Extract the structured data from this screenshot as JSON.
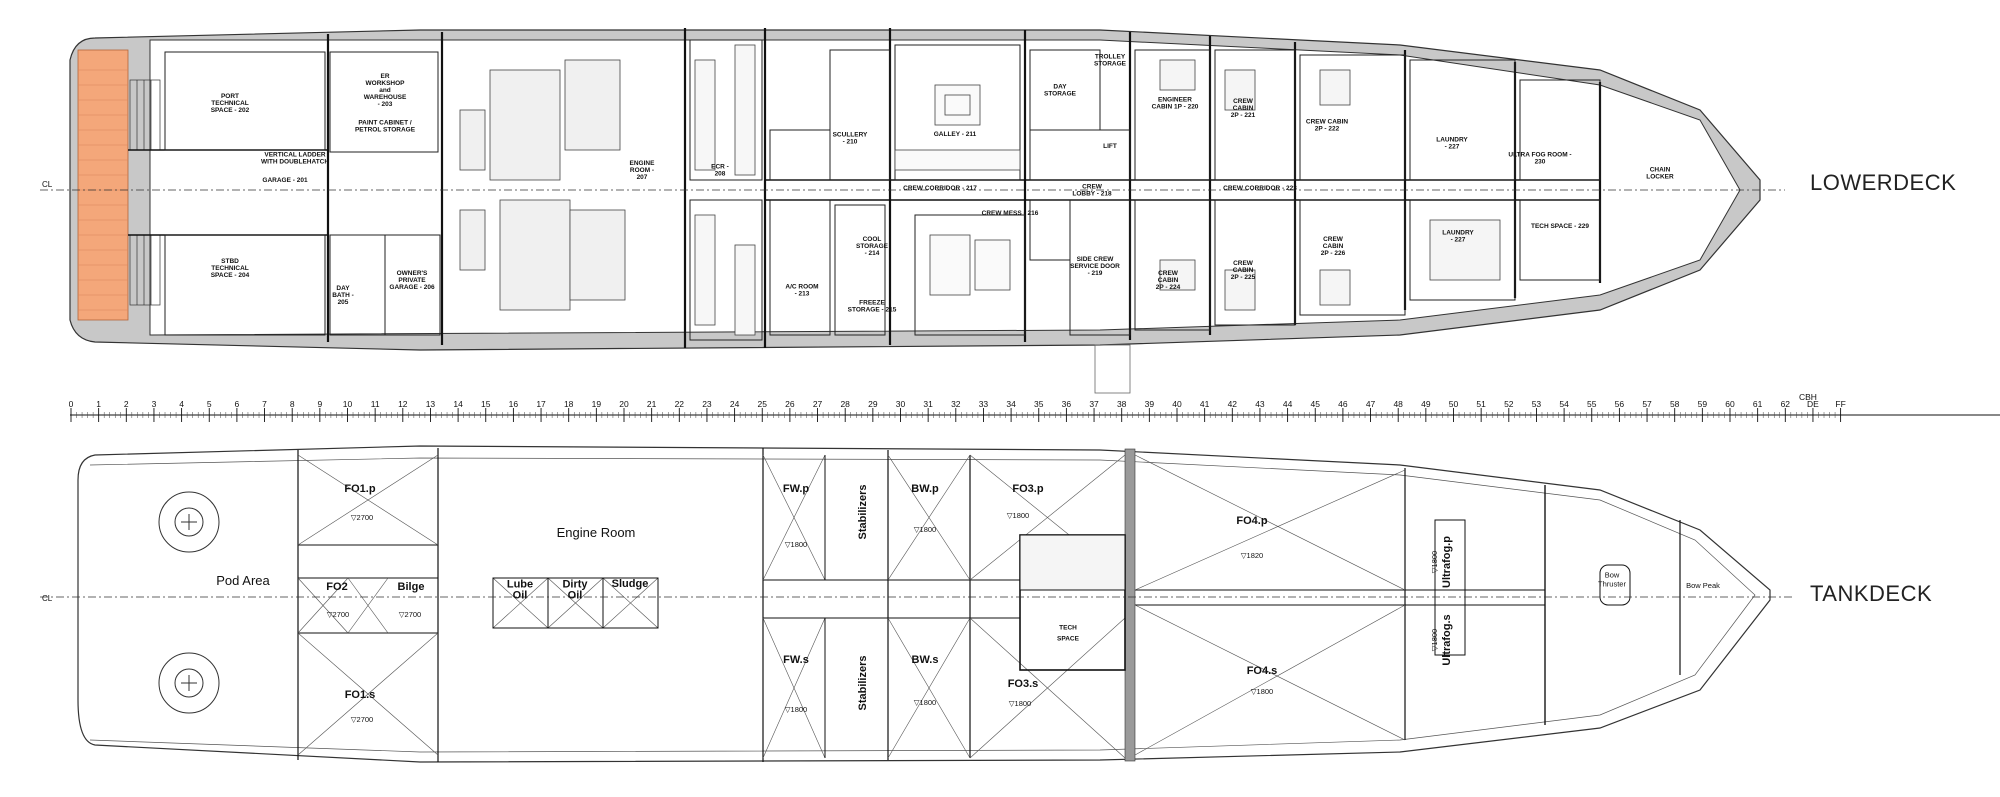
{
  "lowerdeck": {
    "title": "LOWERDECK",
    "cl": "CL",
    "rooms": {
      "port_tech": "PORT\nTECHNICAL\nSPACE - 202",
      "stbd_tech": "STBD\nTECHNICAL\nSPACE - 204",
      "garage": "GARAGE - 201",
      "er_workshop": "ER\nWORKSHOP\nand\nWAREHOUSE\n- 203",
      "paint_cabinet": "PAINT CABINET /\nPETROL STORAGE",
      "vertical_ladder": "VERTICAL LADDER\nWITH DOUBLEHATCH",
      "day_bath": "DAY\nBATH -\n205",
      "owners_garage": "OWNER'S\nPRIVATE\nGARAGE - 206",
      "engine_room": "ENGINE\nROOM -\n207",
      "ecr": "ECR -\n208",
      "scullery": "SCULLERY\n- 210",
      "galley": "GALLEY - 211",
      "ac_room": "A/C ROOM\n- 213",
      "cool_storage": "COOL\nSTORAGE\n- 214",
      "freeze_storage": "FREEZE\nSTORAGE - 215",
      "crew_mess": "CREW MESS - 216",
      "crew_corridor_aft": "CREW CORRIDOR - 217",
      "crew_lobby": "CREW\nLOBBY - 218",
      "side_crew_door": "SIDE CREW\nSERVICE DOOR\n- 219",
      "engineer_cabin": "ENGINEER\nCABIN 1P - 220",
      "crew_cabin_221": "CREW\nCABIN\n2P - 221",
      "crew_cabin_222": "CREW CABIN\n2P - 222",
      "crew_corridor_fwd": "CREW CORRIDOR - 223",
      "crew_cabin_224": "CREW\nCABIN\n2P - 224",
      "crew_cabin_225": "CREW\nCABIN\n2P - 225",
      "crew_cabin_226": "CREW\nCABIN\n2P - 226",
      "laundry_227": "LAUNDRY\n- 227",
      "laundry_228": "LAUNDRY\n- 227",
      "tech_space": "TECH SPACE - 229",
      "ultra_fog": "ULTRA FOG ROOM -\n230",
      "chain_locker": "CHAIN\nLOCKER",
      "day_storage": "DAY\nSTORAGE",
      "trolley_storage": "TROLLEY\nSTORAGE",
      "lift": "LIFT"
    }
  },
  "frames": {
    "labels": [
      "0",
      "1",
      "2",
      "3",
      "4",
      "5",
      "6",
      "7",
      "8",
      "9",
      "10",
      "11",
      "12",
      "13",
      "14",
      "15",
      "16",
      "17",
      "18",
      "19",
      "20",
      "21",
      "22",
      "23",
      "24",
      "25",
      "26",
      "27",
      "28",
      "29",
      "30",
      "31",
      "32",
      "33",
      "34",
      "35",
      "36",
      "37",
      "38",
      "39",
      "40",
      "41",
      "42",
      "43",
      "44",
      "45",
      "46",
      "47",
      "48",
      "49",
      "50",
      "51",
      "52",
      "53",
      "54",
      "55",
      "56",
      "57",
      "58",
      "59",
      "60",
      "61",
      "62",
      "DE",
      "FF"
    ],
    "cbh": "CBH"
  },
  "tankdeck": {
    "title": "TANKDECK",
    "cl": "CL",
    "pod_area": "Pod Area",
    "engine_room": "Engine Room",
    "fo1p": "FO1.p",
    "fo1p_val": "▽2700",
    "fo1s": "FO1.s",
    "fo1s_val": "▽2700",
    "fo2": "FO2",
    "fo2_val": "▽2700",
    "bilge": "Bilge",
    "bilge_val": "▽2700",
    "lube_oil": "Lube\nOil",
    "dirty_oil": "Dirty\nOil",
    "sludge": "Sludge",
    "fwp": "FW.p",
    "fwp_val": "▽1800",
    "fws": "FW.s",
    "fws_val": "▽1800",
    "stab_p": "Stabilizers",
    "stab_s": "Stabilizers",
    "bwp": "BW.p",
    "bwp_val": "▽1800",
    "bws": "BW.s",
    "bws_val": "▽1800",
    "fo3p": "FO3.p",
    "fo3p_val": "▽1800",
    "fo3s": "FO3.s",
    "fo3s_val": "▽1800",
    "tech_space": "TECH\nSPACE",
    "fo4p": "FO4.p",
    "fo4p_val": "▽1820",
    "fo4s": "FO4.s",
    "fo4s_val": "▽1800",
    "ultrafog_p": "Ultrafog.p",
    "ultrafog_p_val": "▽1800",
    "ultrafog_s": "Ultrafog.s",
    "ultrafog_s_val": "▽1800",
    "bow_thruster": "Bow\nThruster",
    "bow_peak": "Bow Peak"
  }
}
